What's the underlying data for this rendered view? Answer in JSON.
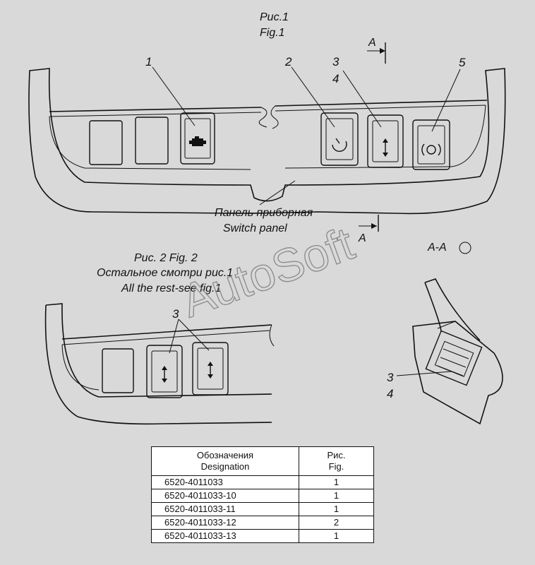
{
  "fig1": {
    "title_ru": "Рис.1",
    "title_en": "Fig.1"
  },
  "fig2": {
    "title": "Рис. 2 Fig. 2",
    "note_ru": "Остальное смотри рис.1",
    "note_en": "All the rest-see fig.1"
  },
  "panel_label": {
    "ru": "Панель приборная",
    "en": "Switch panel"
  },
  "section": {
    "cut_letter": "A",
    "view_label": "A-A"
  },
  "callouts": {
    "c1": "1",
    "c2": "2",
    "c3": "3",
    "c4": "4",
    "c5": "5"
  },
  "watermark": "AutoSoft",
  "table": {
    "header_designation_ru": "Обозначения",
    "header_designation_en": "Designation",
    "header_fig_ru": "Рис.",
    "header_fig_en": "Fig.",
    "rows": [
      {
        "designation": "6520-4011033",
        "fig": "1"
      },
      {
        "designation": "6520-4011033-10",
        "fig": "1"
      },
      {
        "designation": "6520-4011033-11",
        "fig": "1"
      },
      {
        "designation": "6520-4011033-12",
        "fig": "2"
      },
      {
        "designation": "6520-4011033-13",
        "fig": "1"
      }
    ]
  }
}
